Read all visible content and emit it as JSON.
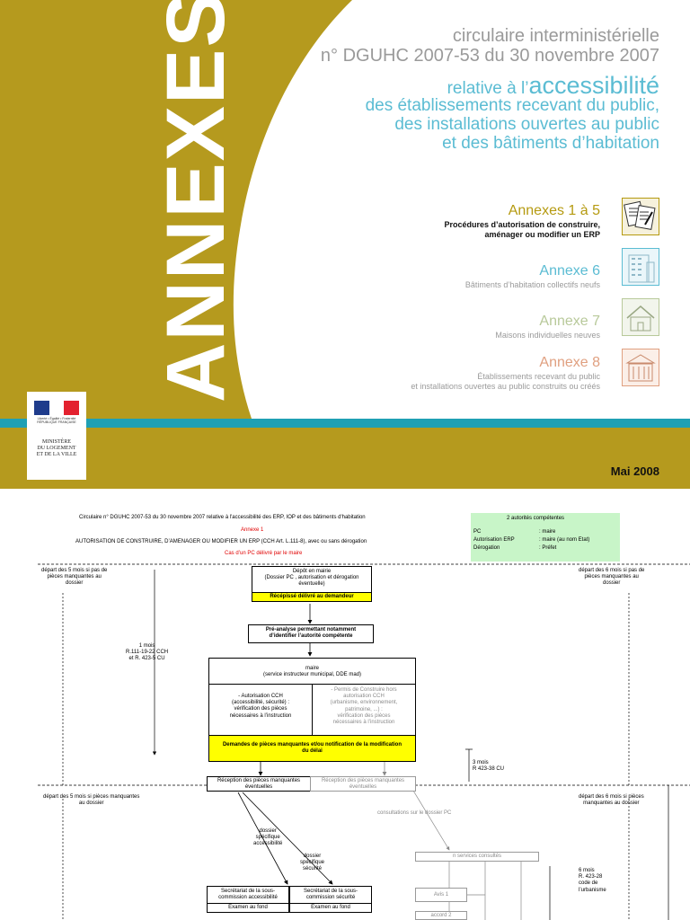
{
  "cover": {
    "vertical_title": "ANNEXES",
    "line1": "circulaire interministérielle",
    "line2": "n° DGUHC 2007-53 du 30 novembre 2007",
    "line3_prefix": "relative à l’",
    "line3_big": "accessibilité",
    "line4": "des établissements recevant du public,",
    "line5": "des installations ouvertes au public",
    "line6": "et des bâtiments d’habitation",
    "annexes": [
      {
        "title": "Annexes 1 à 5",
        "sub1": "Procédures d’autorisation de construire,",
        "sub2": "aménager ou modifier un ERP",
        "title_color": "#b59a10",
        "sub_color": "#111111",
        "icon": "documents-checklist-icon"
      },
      {
        "title": "Annexe 6",
        "sub1": "Bâtiments d’habitation collectifs neufs",
        "sub2": "",
        "title_color": "#5bbcd3",
        "sub_color": "#9a9a9a",
        "icon": "apartment-building-icon"
      },
      {
        "title": "Annexe 7",
        "sub1": "Maisons individuelles neuves",
        "sub2": "",
        "title_color": "#b8c99a",
        "sub_color": "#9a9a9a",
        "icon": "house-icon"
      },
      {
        "title": "Annexe 8",
        "sub1": "Établissements recevant du public",
        "sub2": "et installations ouvertes au public construits ou créés",
        "title_color": "#e0a080",
        "sub_color": "#9a9a9a",
        "icon": "public-building-icon"
      }
    ],
    "flag_text": "Liberté • Égalité • Fraternité  RÉPUBLIQUE FRANÇAISE",
    "ministry": [
      "MINISTÈRE",
      "DU LOGEMENT",
      "ET DE LA VILLE"
    ],
    "date": "Mai 2008",
    "colors": {
      "olive": "#b59a1e",
      "teal": "#1fa0b4",
      "grey_text": "#9a9a9a",
      "light_blue_text": "#5bbcd3",
      "flag_blue": "#1f3c8c",
      "flag_red": "#e3212f"
    }
  },
  "flowchart": {
    "header1": "Circulaire n° DGUHC  2007-53 du 30 novembre 2007 relative à l'accessibilité des ERP, IOP et des bâtiments d'habitation",
    "header2": "Annexe 1",
    "header3": "AUTORISATION DE CONSTRUIRE, D’AMENAGER OU MODIFIER UN ERP (CCH Art. L.111-8), avec ou sans dérogation",
    "header4": "Cas d’un PC délivré par le  maire",
    "authorities": {
      "title": "2 autorités compétentes",
      "rows": [
        {
          "label": "PC",
          "value": ": maire"
        },
        {
          "label": "Autorisation ERP",
          "value": ": maire (au nom Etat)"
        },
        {
          "label": "Dérogation",
          "value": ": Préfet"
        }
      ]
    },
    "left_note_top": [
      "départ des 5 mois si pas de",
      "pièces manquantes au",
      "dossier"
    ],
    "right_note_top": [
      "départ des 6 mois si pas de",
      "pièces manquantes au",
      "dossier"
    ],
    "depot": [
      "Dépôt en mairie",
      "(Dossier PC , autorisation et dérogation",
      "éventuelle)"
    ],
    "recepisse": "Récépissé délivré au demandeur",
    "preanalyse": [
      "Pré-analyse permettant notamment",
      "d’identifier l’autorité compétente"
    ],
    "one_month": [
      "1 mois",
      "R.111-19-22 CCH",
      "et R. 423-5 CU"
    ],
    "maire": [
      "maire",
      "(service instructeur municipal, DDE mad)"
    ],
    "autorisation_cch": [
      "- Autorisation CCH",
      "(accessibilité, sécurité) :",
      "vérification des pièces",
      "nécessaires à l’instruction"
    ],
    "permis_construire": [
      "- Permis de Construire hors",
      "autorisation CCH",
      "(urbanisme, environnement,",
      "patrimoine, ...) :",
      "vérification des pièces",
      "nécessaires à l’instruction"
    ],
    "demandes": [
      "Demandes de pièces manquantes et/ou notification de la modification",
      "du délai"
    ],
    "three_months": [
      "3 mois",
      "R 423-38 CU"
    ],
    "reception_left": [
      "Réception des pièces manquantes",
      "éventuelles"
    ],
    "reception_right": [
      "Réception des pièces manquantes",
      "éventuelles"
    ],
    "left_note_mid": [
      "départ des 5 mois si pièces manquantes",
      "au dossier"
    ],
    "right_note_mid": [
      "départ des 6 mois si pièces",
      "manquantes au dossier"
    ],
    "consultations": "consultations sur le dossier PC",
    "dossier_access": [
      "dossier",
      "spécifique",
      "accessibilité"
    ],
    "dossier_secu": [
      "dossier",
      "spécifique",
      "sécurité"
    ],
    "services": "n services consultés",
    "six_months": [
      "6 mois",
      "R. 423-28",
      "code de",
      "l’urbanisme"
    ],
    "sc_access": [
      "Secrétariat de la sous-",
      "commission accessibilité"
    ],
    "sc_secu": [
      "Secrétariat de la sous-",
      "commission sécurité"
    ],
    "examen": "Examen au fond",
    "avis1": "Avis 1",
    "accord2": "accord 2"
  }
}
